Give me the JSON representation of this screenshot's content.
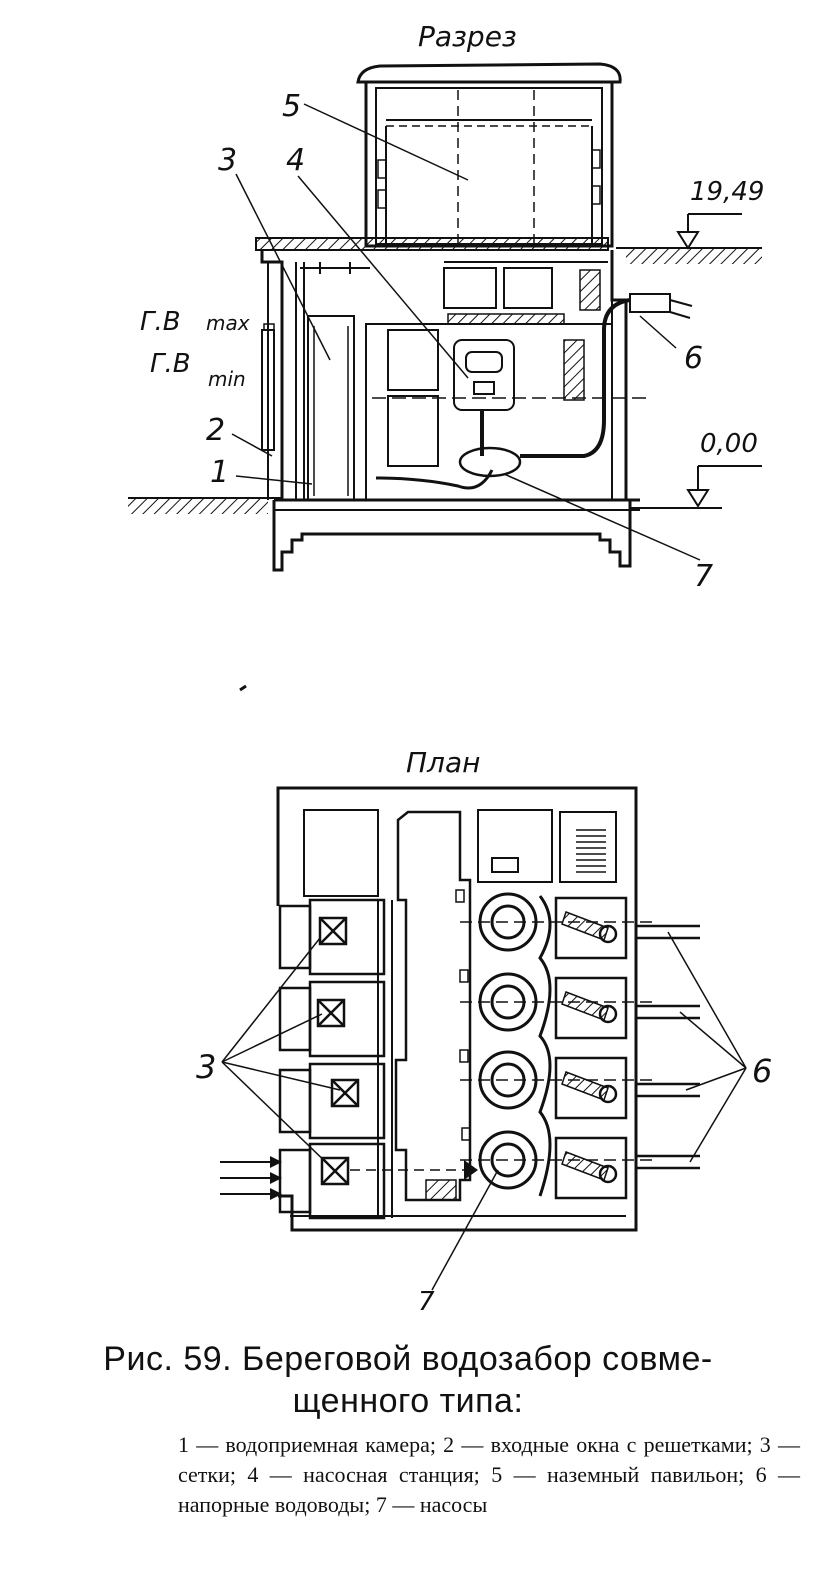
{
  "section": {
    "title": "Разрез",
    "callouts": [
      "1",
      "2",
      "3",
      "4",
      "5",
      "6",
      "7"
    ],
    "water_level_max": "Г.В",
    "water_level_max_sub": "max",
    "water_level_min": "Г.В",
    "water_level_min_sub": "min",
    "elevation_top": "19,49",
    "elevation_zero": "0,00"
  },
  "plan": {
    "title": "План",
    "callouts": [
      "3",
      "6",
      "7"
    ]
  },
  "caption": {
    "title_line1": "Рис. 59. Береговой водозабор совме-",
    "title_line2": "щенного типа:",
    "legend": "1 — водоприемная камера; 2 — входные окна с решетками; 3 — сетки; 4 — насосная станция; 5 — наземный павильон; 6 — напорные водоводы; 7 — насосы"
  }
}
